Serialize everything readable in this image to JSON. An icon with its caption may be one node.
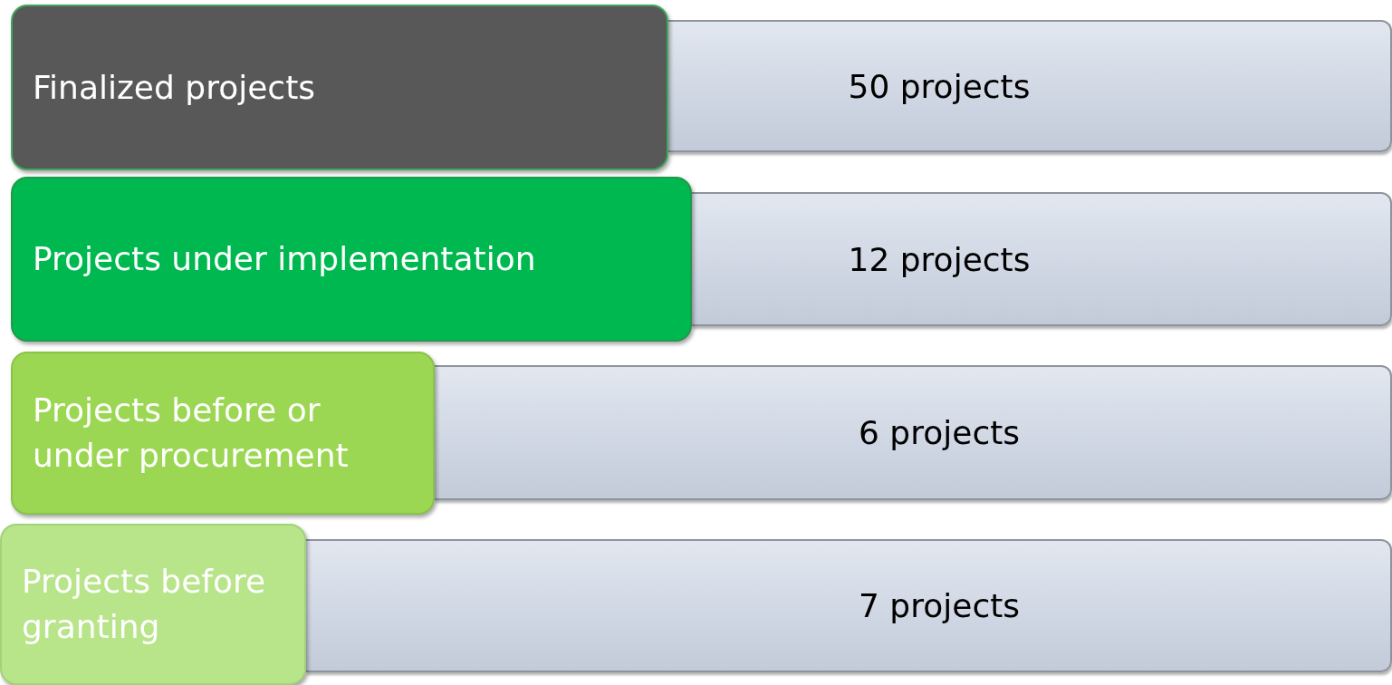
{
  "diagram": {
    "nodes": [
      {
        "text": [
          "Finalized projects"
        ]
      },
      {
        "text": [
          "50 projects"
        ]
      },
      {
        "text": [
          "Projects under implementation"
        ]
      },
      {
        "text": [
          "12 projects"
        ]
      },
      {
        "text": [
          "Projects before or under procurement"
        ]
      },
      {
        "text": [
          "6 projects"
        ]
      },
      {
        "text": [
          "Projects before granting"
        ]
      },
      {
        "text": [
          "7 projects"
        ]
      }
    ]
  }
}
